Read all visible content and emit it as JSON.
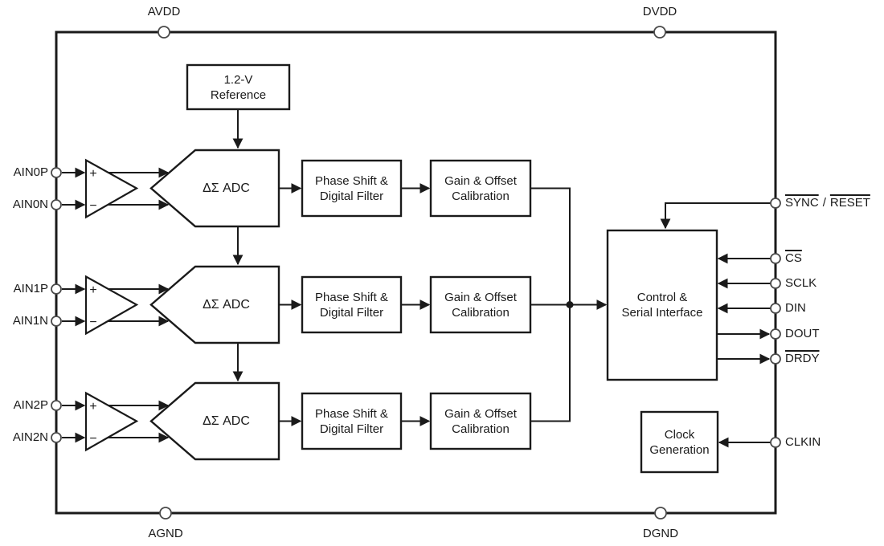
{
  "pins": {
    "avdd": "AVDD",
    "dvdd": "DVDD",
    "agnd": "AGND",
    "dgnd": "DGND",
    "left": [
      "AIN0P",
      "AIN0N",
      "AIN1P",
      "AIN1N",
      "AIN2P",
      "AIN2N"
    ],
    "sync": "SYNC",
    "sync_sep": "/",
    "reset": "RESET",
    "cs": "CS",
    "sclk": "SCLK",
    "din": "DIN",
    "dout": "DOUT",
    "drdy": "DRDY",
    "clkin": "CLKIN"
  },
  "blocks": {
    "reference_l1": "1.2-V",
    "reference_l2": "Reference",
    "adc": "ΔΣ ADC",
    "phase_l1": "Phase Shift &",
    "phase_l2": "Digital Filter",
    "gain_l1": "Gain & Offset",
    "gain_l2": "Calibration",
    "control_l1": "Control &",
    "control_l2": "Serial Interface",
    "clock_l1": "Clock",
    "clock_l2": "Generation"
  },
  "amp": {
    "plus": "+",
    "minus": "−"
  },
  "colors": {
    "line": "#1a1a1a",
    "background": "#ffffff"
  }
}
